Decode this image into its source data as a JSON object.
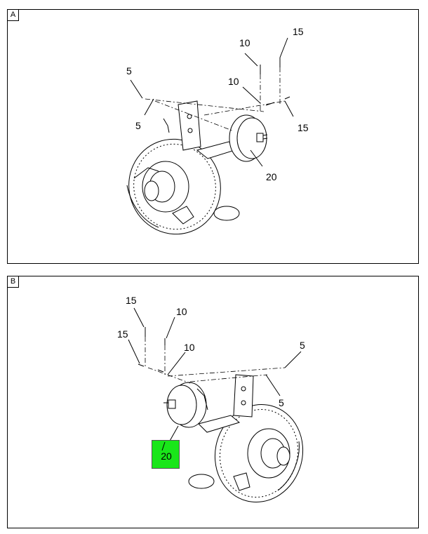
{
  "panels": {
    "a": {
      "label": "A",
      "callouts": {
        "c5_upper": "5",
        "c5_lower": "5",
        "c10_upper": "10",
        "c10_lower": "10",
        "c15_upper": "15",
        "c15_lower": "15",
        "c20": "20"
      }
    },
    "b": {
      "label": "B",
      "callouts": {
        "c15_upper": "15",
        "c15_lower": "15",
        "c10_upper": "10",
        "c10_lower": "10",
        "c5_upper": "5",
        "c5_lower": "5",
        "c20": "20"
      }
    }
  },
  "highlight_color": "#19e619"
}
